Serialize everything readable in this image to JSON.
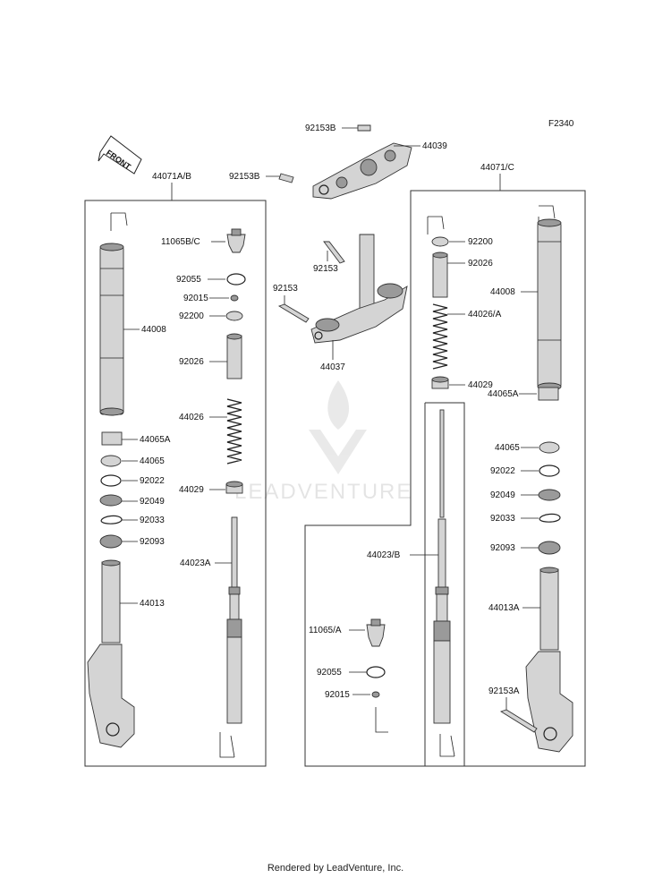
{
  "diagram_code": "F2340",
  "front_label": "FRONT",
  "watermark": "LEADVENTURE",
  "footer": "Rendered by LeadVenture, Inc.",
  "groups": {
    "left": "44071A/B",
    "right": "44071/C"
  },
  "parts": {
    "p92153B_top": "92153B",
    "p44039": "44039",
    "p92153B_mid": "92153B",
    "p92153_a": "92153",
    "p92153_b": "92153",
    "p44037": "44037",
    "l_44008": "44008",
    "l_44065A": "44065A",
    "l_44065": "44065",
    "l_92022": "92022",
    "l_92049": "92049",
    "l_92033": "92033",
    "l_92093": "92093",
    "l_44013": "44013",
    "l_11065BC": "11065B/C",
    "l_92055": "92055",
    "l_92015": "92015",
    "l_92200": "92200",
    "l_92026": "92026",
    "l_44026": "44026",
    "l_44029": "44029",
    "l_44023A": "44023A",
    "r_92200": "92200",
    "r_92026": "92026",
    "r_44026A": "44026/A",
    "r_44029": "44029",
    "r_44008": "44008",
    "r_44065A": "44065A",
    "r_44065": "44065",
    "r_92022": "92022",
    "r_92049": "92049",
    "r_92033": "92033",
    "r_92093": "92093",
    "r_44013A": "44013A",
    "r_92153A": "92153A",
    "r_44023B": "44023/B",
    "r_11065A": "11065/A",
    "r_92055": "92055",
    "r_92015": "92015"
  }
}
